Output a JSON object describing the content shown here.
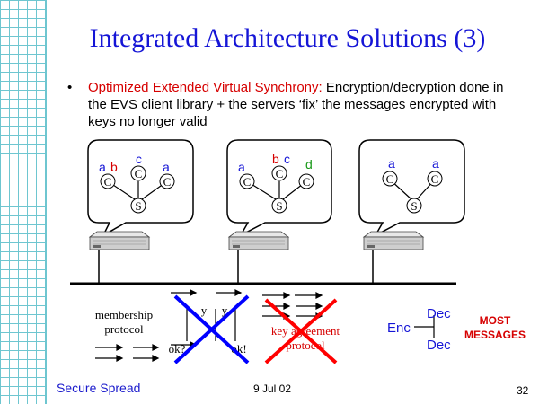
{
  "slide": {
    "title": "Integrated Architecture Solutions (3)",
    "bullet_marker": "•",
    "bullet_highlight": "Optimized Extended Virtual Synchrony:",
    "bullet_body": " Encryption/decryption done in the EVS client library + the servers ‘fix’ the messages encrypted with keys no longer valid",
    "footer_left": "Secure Spread",
    "footer_date": "9 Jul 02",
    "page_number": "32"
  },
  "diagram": {
    "client_glyph": "C",
    "server_glyph": "S",
    "groups": [
      {
        "labels": [
          {
            "text": "a",
            "color": "#1515d6"
          },
          {
            "text": "b",
            "color": "#d60000"
          },
          {
            "text": "c",
            "color": "#1515d6"
          },
          {
            "text": "a",
            "color": "#1515d6"
          }
        ]
      },
      {
        "labels": [
          {
            "text": "a",
            "color": "#1515d6"
          },
          {
            "text": "b",
            "color": "#d60000"
          },
          {
            "text": "c",
            "color": "#1515d6"
          },
          {
            "text": "d",
            "color": "#1a9a1a"
          }
        ]
      },
      {
        "labels": [
          {
            "text": "a",
            "color": "#1515d6"
          },
          {
            "text": "a",
            "color": "#1515d6"
          }
        ]
      }
    ],
    "membership_protocol": "membership\nprotocol",
    "crossed_blue": {
      "y1": "y",
      "y2": "y",
      "ok1": "ok?",
      "ok2": "ok!"
    },
    "key_agreement": "key agreement\nprotocol",
    "enc": "Enc",
    "dec1": "Dec",
    "dec2": "Dec",
    "most_messages": "MOST\nMESSAGES"
  },
  "colors": {
    "title": "#1515d6",
    "highlight": "#d60000",
    "blue": "#1515d6",
    "red_cross": "#ff0000",
    "blue_cross": "#0000ff",
    "grid": "#6ec6d0"
  }
}
